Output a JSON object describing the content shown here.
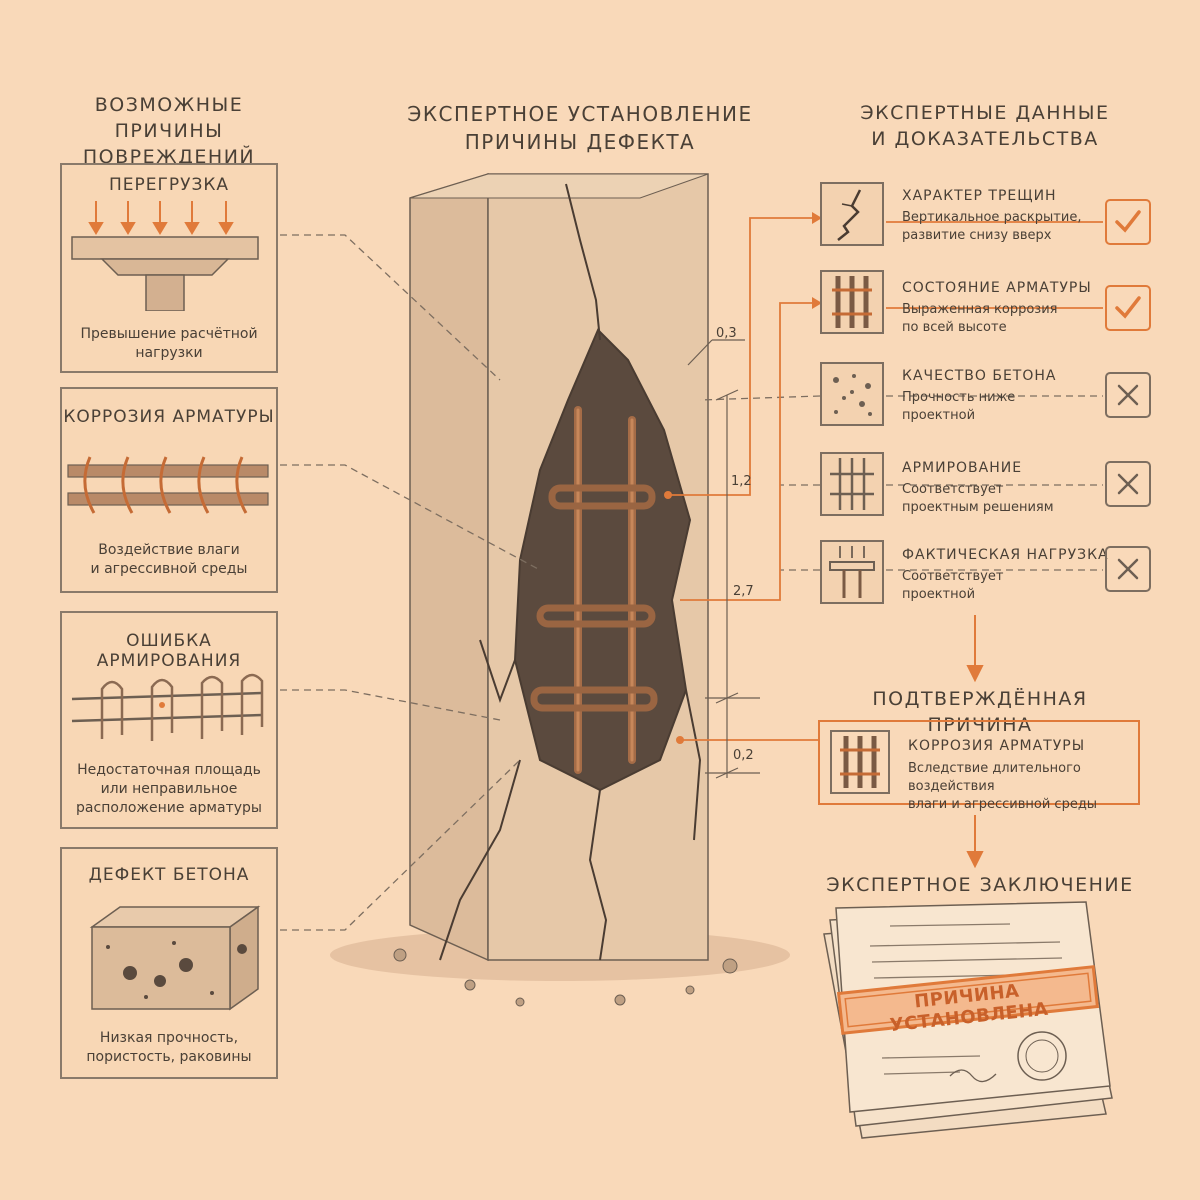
{
  "left": {
    "heading": [
      "ВОЗМОЖНЫЕ",
      "ПРИЧИНЫ ПОВРЕЖДЕНИЙ"
    ],
    "causes": [
      {
        "title": "ПЕРЕГРУЗКА",
        "desc": [
          "Превышение расчётной",
          "нагрузки"
        ]
      },
      {
        "title": "КОРРОЗИЯ АРМАТУРЫ",
        "desc": [
          "Воздействие влаги",
          "и агрессивной среды"
        ]
      },
      {
        "title": "ОШИБКА АРМИРОВАНИЯ",
        "desc": [
          "Недостаточная площадь",
          "или неправильное",
          "расположение арматуры"
        ]
      },
      {
        "title": "ДЕФЕКТ БЕТОНА",
        "desc": [
          "Низкая прочность,",
          "пористость, раковины"
        ]
      }
    ]
  },
  "center": {
    "heading": [
      "ЭКСПЕРТНОЕ УСТАНОВЛЕНИЕ",
      "ПРИЧИНЫ ДЕФЕКТА"
    ],
    "dimensions": [
      "0,3",
      "1,2",
      "2,7",
      "0,2"
    ]
  },
  "right": {
    "heading": [
      "ЭКСПЕРТНЫЕ ДАННЫЕ",
      "И ДОКАЗАТЕЛЬСТВА"
    ],
    "evidence": [
      {
        "title": "ХАРАКТЕР ТРЕЩИН",
        "desc": [
          "Вертикальное раскрытие,",
          "развитие снизу вверх"
        ],
        "status": "confirmed",
        "icon": "crack-icon"
      },
      {
        "title": "СОСТОЯНИЕ АРМАТУРЫ",
        "desc": [
          "Выраженная коррозия",
          "по всей высоте"
        ],
        "status": "confirmed",
        "icon": "rebar-icon"
      },
      {
        "title": "КАЧЕСТВО БЕТОНА",
        "desc": [
          "Прочность ниже",
          "проектной"
        ],
        "status": "rejected",
        "icon": "concrete-texture-icon"
      },
      {
        "title": "АРМИРОВАНИЕ",
        "desc": [
          "Соответствует",
          "проектным решениям"
        ],
        "status": "rejected",
        "icon": "reinforcement-grid-icon"
      },
      {
        "title": "ФАКТИЧЕСКАЯ НАГРУЗКА",
        "desc": [
          "Соответствует",
          "проектной"
        ],
        "status": "rejected",
        "icon": "load-icon"
      }
    ],
    "confirmed_heading": "ПОДТВЕРЖДЁННАЯ ПРИЧИНА",
    "confirmed": {
      "title": "КОРРОЗИЯ АРМАТУРЫ",
      "desc": [
        "Вследствие длительного воздействия",
        "влаги и агрессивной среды"
      ]
    },
    "conclusion_heading": "ЭКСПЕРТНОЕ ЗАКЛЮЧЕНИЕ",
    "stamp": "ПРИЧИНА УСТАНОВЛЕНА"
  },
  "colors": {
    "accent": "#e07a3a",
    "ink": "#4a4036",
    "paper": "#f9d9b9"
  }
}
